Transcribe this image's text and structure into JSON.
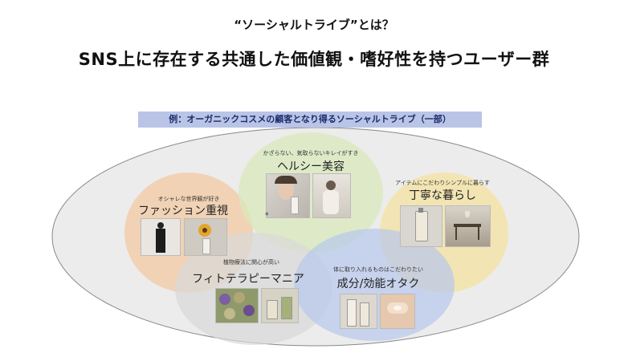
{
  "header": {
    "subtitle": "“ソーシャルトライブ”とは？",
    "title": "SNS上に存在する共通した価値観・嗜好性を持つユーザー群"
  },
  "caption": "例：オーガニックコスメの顧客となり得るソーシャルトライブ（一部）",
  "tribes": [
    {
      "tag": "かざらない、気取らないキレイがすき",
      "name": "ヘルシー美容"
    },
    {
      "tag": "オシャレな世界観が好き",
      "name": "ファッション重視"
    },
    {
      "tag": "アイテムにこだわりシンプルに暮らす",
      "name": "丁寧な暮らし"
    },
    {
      "tag": "植物療法に関心が高い",
      "name": "フィトテラピーマニア"
    },
    {
      "tag": "体に取り入れるものはこだわりたい",
      "name": "成分/効能オタク"
    }
  ],
  "note_mark": "*",
  "colors": {
    "outer": "#ececec",
    "healthy": "#d8e9b8",
    "fashion": "#f3c9a3",
    "lifestyle": "#f4e3a0",
    "phyto": "#d9d9d9",
    "ingredient": "#b8c7ec",
    "caption_bg": "#b9c4e6"
  }
}
